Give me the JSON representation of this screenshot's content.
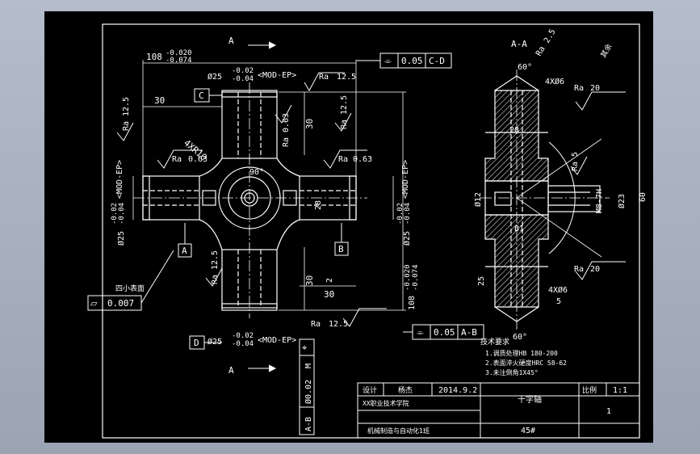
{
  "views": {
    "front": {
      "label_top": "A",
      "label_bottom": "A"
    },
    "section": {
      "label": "A-A"
    }
  },
  "dimensions": {
    "len_top": "108",
    "len_top_up": "-0.020",
    "len_top_lo": "-0.074",
    "len_right": "108",
    "len_right_up": "-0.020",
    "len_right_lo": "-0.074",
    "dia_top": "Ø25",
    "dia_top_up": "-0.02",
    "dia_top_lo": "-0.04",
    "dia_top_mod": "<MOD-EP>",
    "dia_bottom": "Ø25",
    "dia_bottom_up": "-0.02",
    "dia_bottom_lo": "-0.04",
    "dia_bottom_mod": "<MOD-EP>",
    "dia_left": "Ø25",
    "dia_left_up": "-0.02",
    "dia_left_lo": "-0.04",
    "dia_left_mod": "<MOD-EP>",
    "dia_right": "Ø25",
    "dia_right_up": "-0.02",
    "dia_right_lo": "-0.04",
    "dia_right_mod": "<MOD-EP>",
    "d30_top": "30",
    "d30_upper": "30",
    "d30_lower": "30",
    "d30_bottom": "30",
    "chamfer": "4XR10",
    "angle_center": "90°",
    "d28": "28",
    "d2": "2",
    "sec_60_top": "60°",
    "sec_60_bottom": "60°",
    "sec_4x6_top": "4XØ6",
    "sec_4x6_bottom": "4XØ6",
    "sec_28": "28",
    "sec_d12": "Ø12",
    "sec_m8": "M8-7H",
    "sec_d23": "Ø23",
    "sec_60_right": "60",
    "sec_25": "25",
    "sec_5": "5",
    "sec_b1": "B1"
  },
  "roughness": {
    "ra": "Ra",
    "r_top": "12.5",
    "r_left_top": "12.5",
    "r_right_top": "12.5",
    "r_063_a": "0.63",
    "r_063_b": "0.63",
    "r_063_c": "0.63",
    "r_left_bottom": "12.5",
    "r_bottom": "12.5",
    "r_sec_25": "2.5",
    "r_sec_20_top": "20",
    "r_sec_20_bottom": "20",
    "r_sec_5": "5",
    "other_note": "其余"
  },
  "tolerances": {
    "sym_cd_value": "0.05",
    "sym_cd_datum": "C-D",
    "sym_ab_value": "0.05",
    "sym_ab_datum": "A-B",
    "flat_value": "0.007",
    "flat_note": "四小表面",
    "pos_value": "Ø0.02",
    "pos_mod": "M",
    "pos_datum": "A-B"
  },
  "datums": {
    "a": "A",
    "b": "B",
    "c": "C",
    "d": "D"
  },
  "tech_notes": {
    "title": "技术要求",
    "line1": "1.调质处理HB 180-200",
    "line2": "2.表面淬火硬度HRC 58-62",
    "line3": "3.未注倒角1X45°"
  },
  "title_block": {
    "designer": "设计",
    "name": "杨杰",
    "date": "2014.9.2",
    "part_name": "十字轴",
    "scale_label": "比例",
    "scale_value": "1:1",
    "sheet_value": "1",
    "school": "XX职业技术学院",
    "class": "机械制造与自动化1班",
    "material": "45#"
  }
}
